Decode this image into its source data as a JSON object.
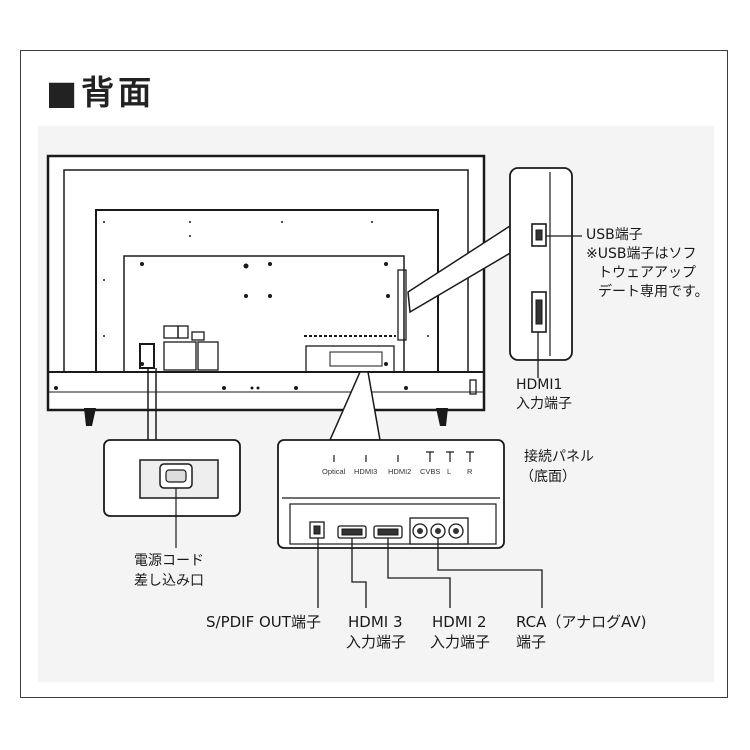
{
  "title": "■背面",
  "labels": {
    "usb_title": "USB端子",
    "usb_note_1": "※USB端子はソフ",
    "usb_note_2": "トウェアアップ",
    "usb_note_3": "デート専用です。",
    "hdmi1_1": "HDMI1",
    "hdmi1_2": "入力端子",
    "panel_1": "接続パネル",
    "panel_2": "（底面）",
    "power_1": "電源コード",
    "power_2": "差し込み口",
    "spdif": "S/PDIF OUT端子",
    "hdmi3_1": "HDMI 3",
    "hdmi3_2": "入力端子",
    "hdmi2_1": "HDMI 2",
    "hdmi2_2": "入力端子",
    "rca_1": "RCA（アナログAV)",
    "rca_2": "端子"
  },
  "port_labels": {
    "optical": "Optical",
    "hdmi3": "HDMI3",
    "hdmi2": "HDMI2",
    "cvbs": "CVBS",
    "l": "L",
    "r": "R"
  }
}
